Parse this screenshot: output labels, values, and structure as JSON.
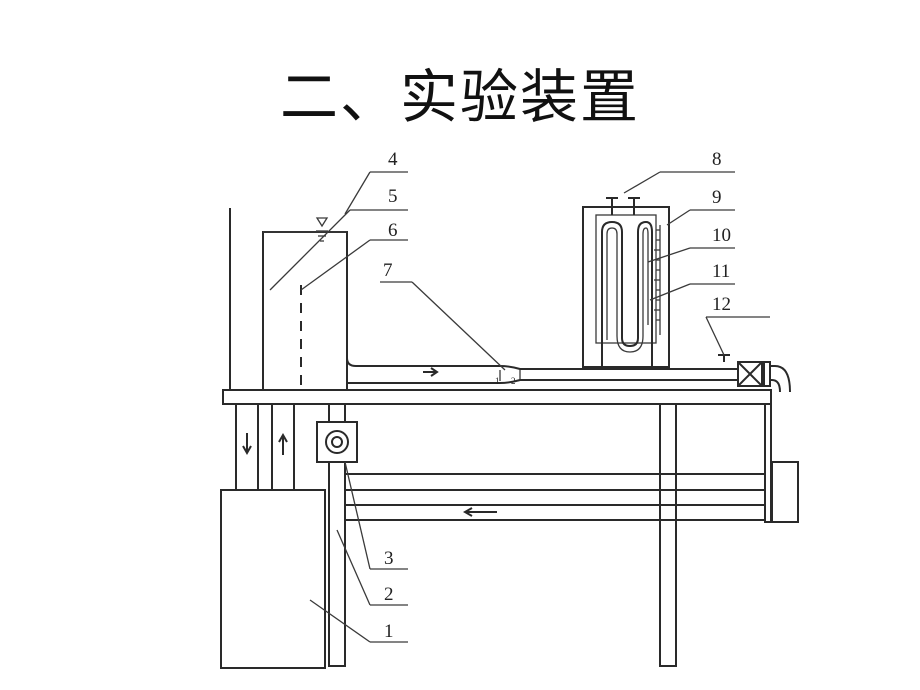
{
  "title": "二、实验装置",
  "labels": [
    "1",
    "2",
    "3",
    "4",
    "5",
    "6",
    "7",
    "8",
    "9",
    "10",
    "11",
    "12"
  ],
  "section_marks": [
    "1",
    "2"
  ],
  "flow_arrow_glyphs": {
    "right": "→",
    "left": "←",
    "down": "↓",
    "up": "↑"
  }
}
